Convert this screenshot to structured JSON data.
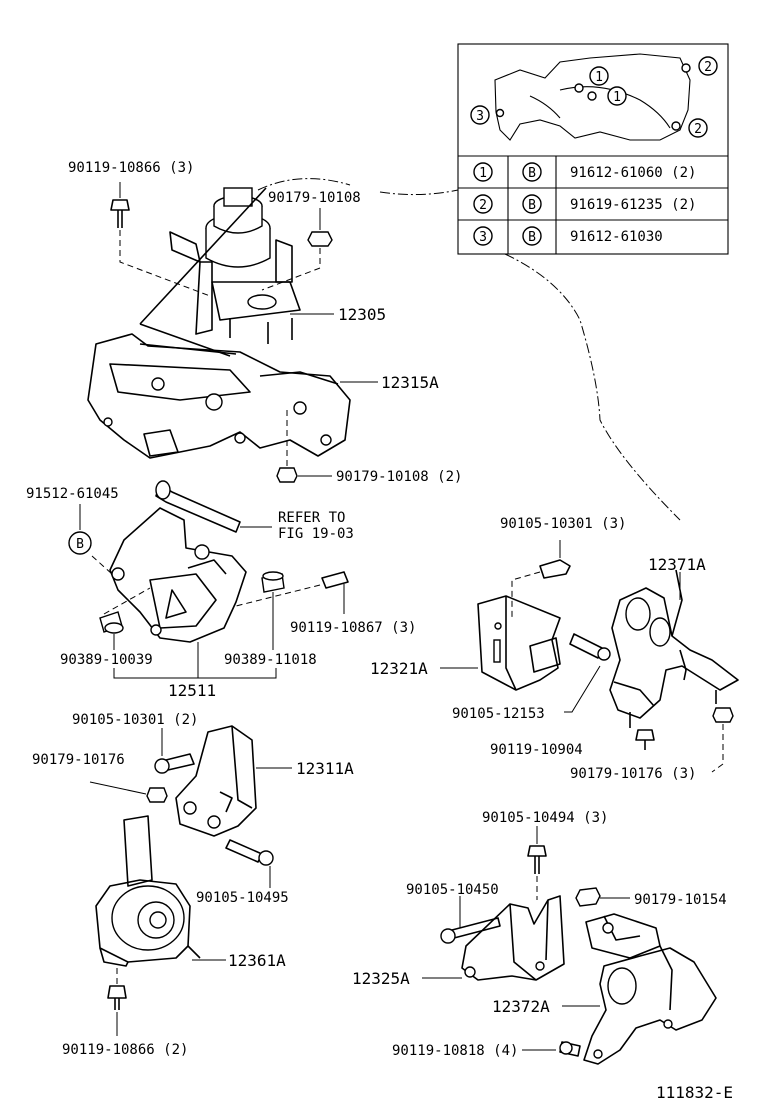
{
  "diagram": {
    "figure_id": "111832-E",
    "inset": {
      "table": [
        {
          "circle": "1",
          "letter": "B",
          "part": "91612-61060 (2)"
        },
        {
          "circle": "2",
          "letter": "B",
          "part": "91619-61235 (2)"
        },
        {
          "circle": "3",
          "letter": "B",
          "part": "91612-61030"
        }
      ],
      "callouts": [
        "1",
        "1",
        "2",
        "2",
        "3"
      ]
    },
    "labels": {
      "p90119_10866_3": "90119-10866 (3)",
      "p90179_10108": "90179-10108",
      "p12305": "12305",
      "p12315A": "12315A",
      "p90179_10108_2": "90179-10108 (2)",
      "p91512_61045": "91512-61045",
      "refer_1": "REFER TO",
      "refer_2": "FIG 19-03",
      "b_marker": "B",
      "p90119_10867_3": "90119-10867 (3)",
      "p90389_10039": "90389-10039",
      "p90389_11018": "90389-11018",
      "p12511": "12511",
      "p90105_10301_3": "90105-10301 (3)",
      "p12371A": "12371A",
      "p12321A": "12321A",
      "p90105_12153": "90105-12153",
      "p90119_10904": "90119-10904",
      "p90179_10176_3": "90179-10176 (3)",
      "p90105_10301_2": "90105-10301 (2)",
      "p90179_10176": "90179-10176",
      "p12311A": "12311A",
      "p90105_10495": "90105-10495",
      "p12361A": "12361A",
      "p90119_10866_2": "90119-10866 (2)",
      "p90105_10494_3": "90105-10494 (3)",
      "p90105_10450": "90105-10450",
      "p90179_10154": "90179-10154",
      "p12325A": "12325A",
      "p12372A": "12372A",
      "p90119_10818_4": "90119-10818 (4)"
    }
  }
}
